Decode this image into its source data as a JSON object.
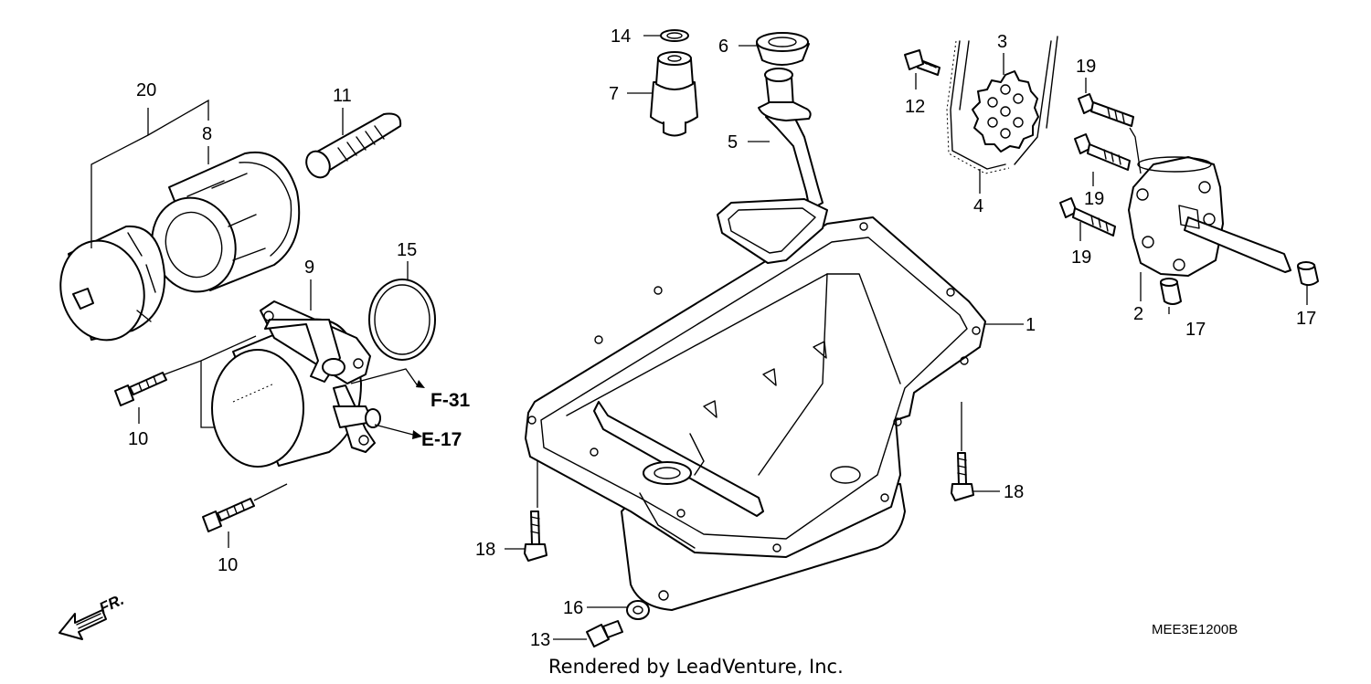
{
  "callouts": {
    "c1": "1",
    "c2": "2",
    "c3": "3",
    "c4": "4",
    "c5": "5",
    "c6": "6",
    "c7": "7",
    "c8": "8",
    "c9": "9",
    "c10a": "10",
    "c10b": "10",
    "c11": "11",
    "c12": "12",
    "c13": "13",
    "c14": "14",
    "c15": "15",
    "c16": "16",
    "c17a": "17",
    "c17b": "17",
    "c18a": "18",
    "c18b": "18",
    "c19a": "19",
    "c19b": "19",
    "c19c": "19",
    "c20": "20"
  },
  "references": {
    "f31": "F-31",
    "e17": "E-17"
  },
  "direction": {
    "front": "FR."
  },
  "diagram_code": "MEE3E1200B",
  "credit": "Rendered by LeadVenture, Inc."
}
